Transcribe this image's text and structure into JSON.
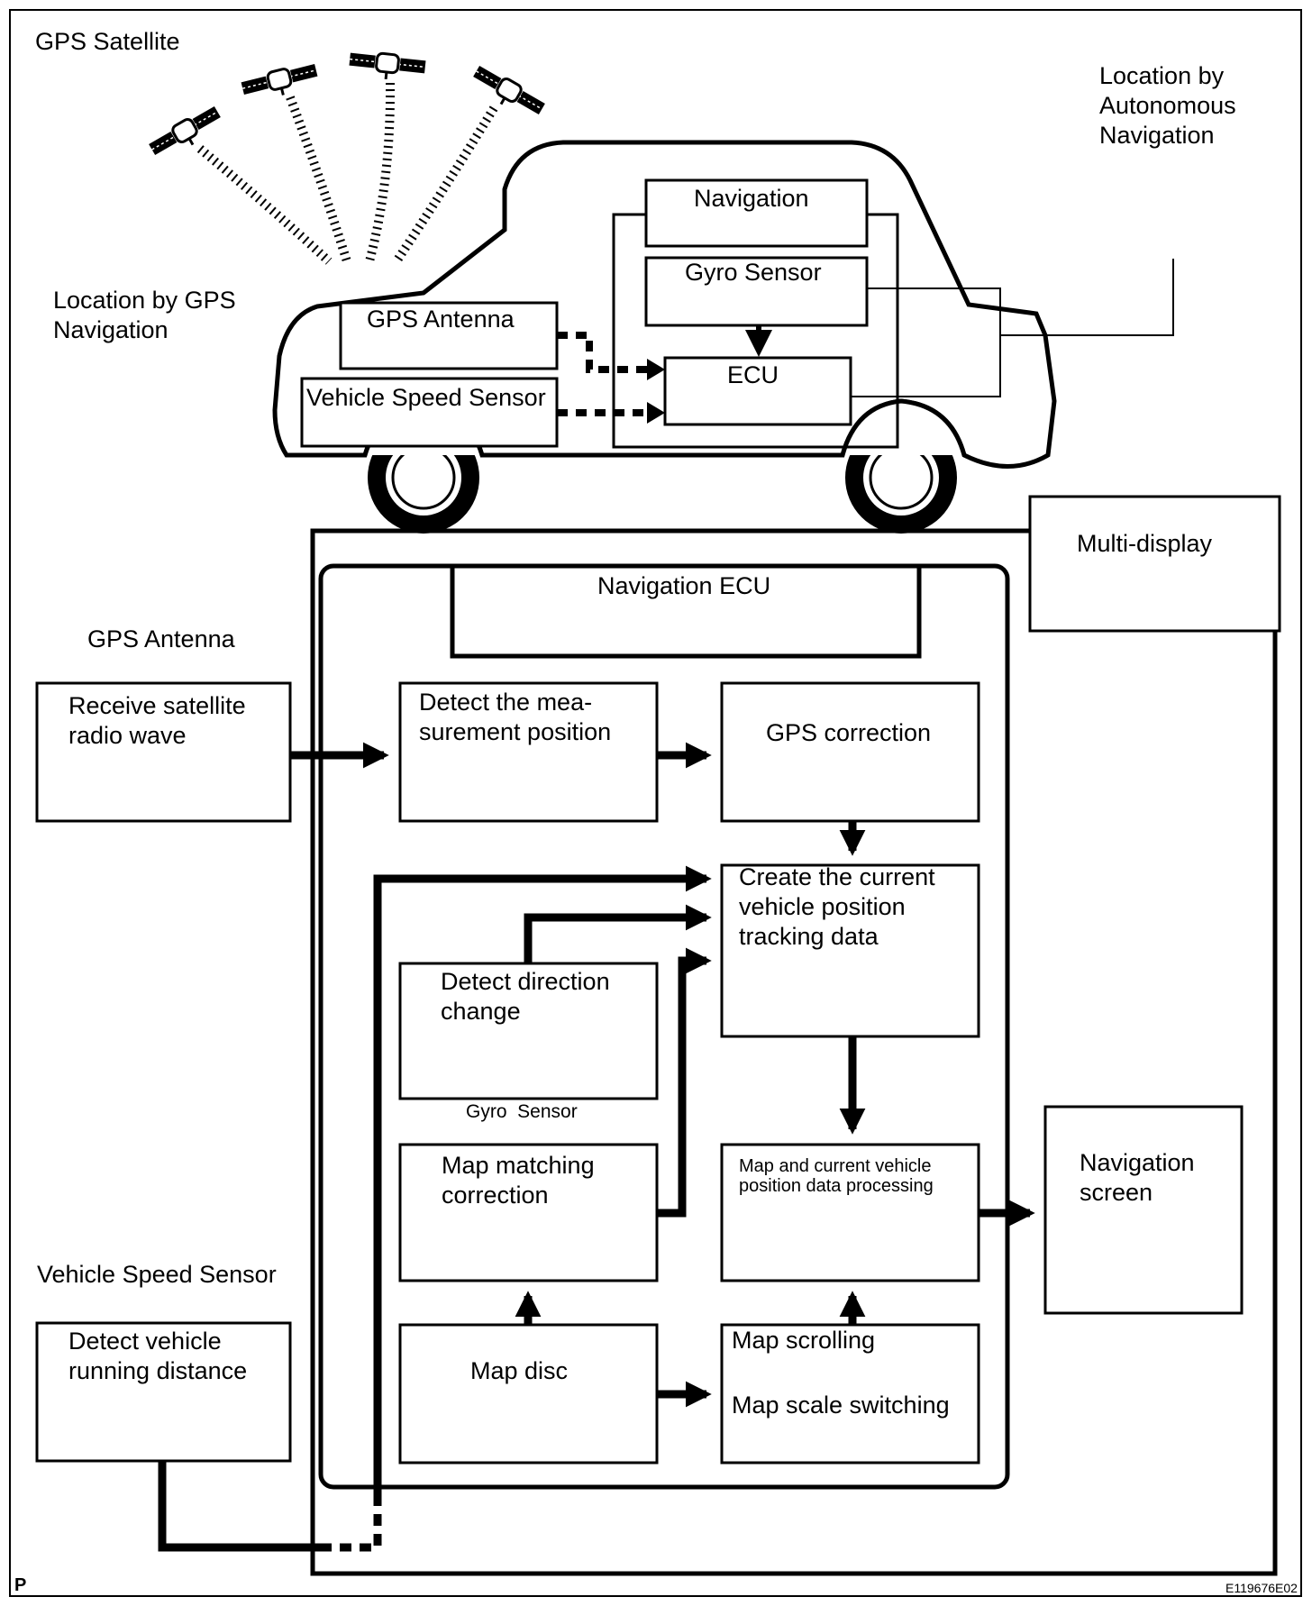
{
  "labels": {
    "gps_satellite": "GPS Satellite",
    "location_gps": "Location by GPS\nNavigation",
    "location_autonomous": "Location by\nAutonomous\nNavigation",
    "car_navigation": "Navigation",
    "car_gyro_sensor": "Gyro Sensor",
    "car_gps_antenna": "GPS Antenna",
    "car_ecu": "ECU",
    "car_vehicle_speed_sensor": "Vehicle Speed Sensor",
    "multi_display": "Multi-display",
    "navigation_ecu": "Navigation ECU",
    "gps_antenna": "GPS Antenna",
    "receive_satellite": "Receive satellite\nradio wave",
    "detect_measurement": "Detect the mea-\nsurement position",
    "gps_correction": "GPS correction",
    "create_tracking": "Create the current\nvehicle position\ntracking data",
    "detect_direction": "Detect direction\nchange",
    "gyro_sensor": "Gyro  Sensor",
    "map_matching": "Map matching\ncorrection",
    "map_processing": "Map and current vehicle\nposition data processing",
    "navigation_screen": "Navigation\nscreen",
    "vehicle_speed_sensor": "Vehicle Speed Sensor",
    "detect_running_distance": "Detect vehicle\nrunning distance",
    "map_disc": "Map disc",
    "map_scrolling": "Map scrolling",
    "map_scale_switching": "Map scale switching",
    "corner_p": "P",
    "figure_code": "E119676E02"
  }
}
